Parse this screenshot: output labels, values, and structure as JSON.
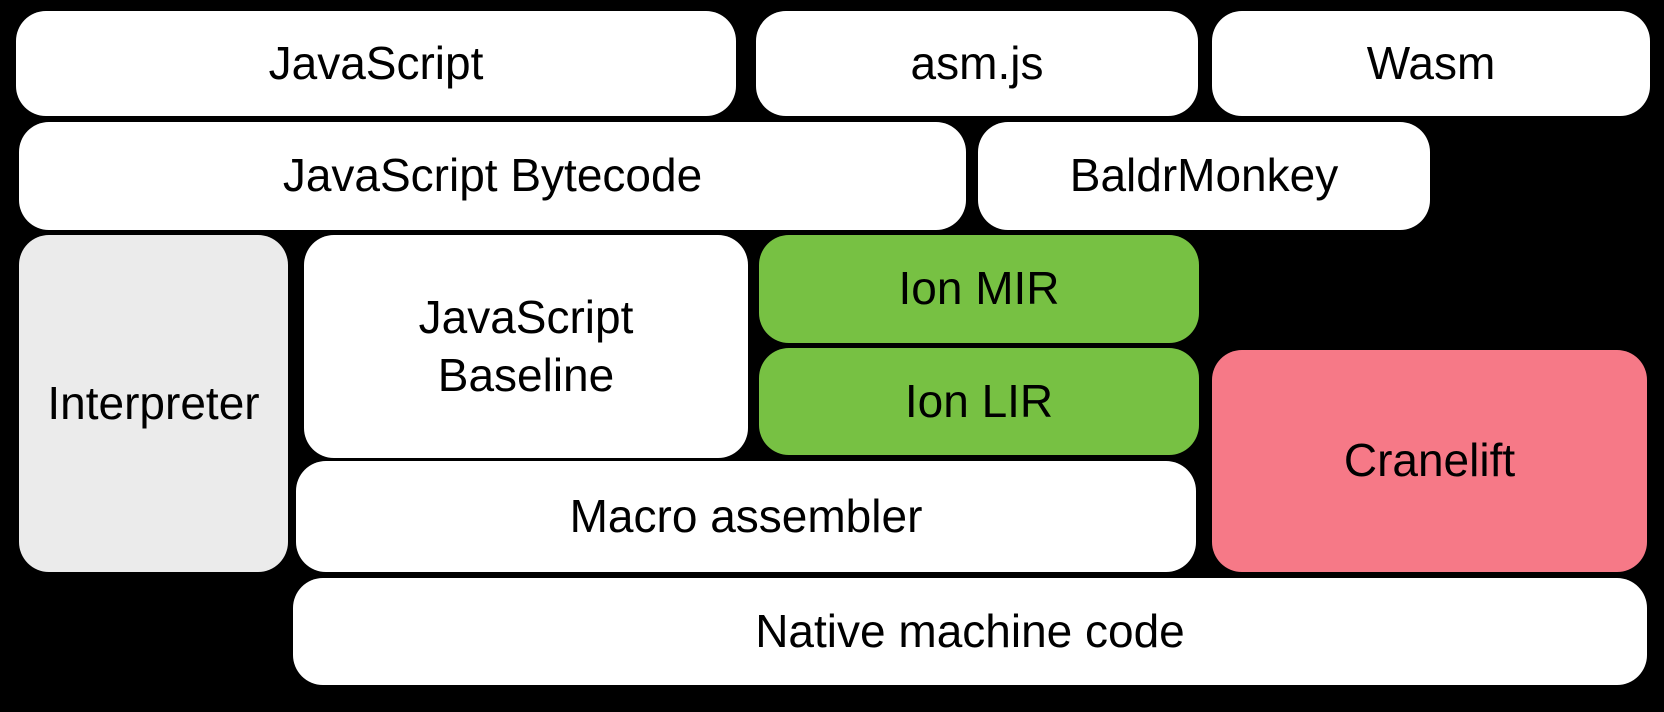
{
  "diagram": {
    "palette": {
      "background": "#000000",
      "box_white": "#ffffff",
      "box_gray": "#ebebeb",
      "box_green": "#77c143",
      "box_pink": "#f67987",
      "text": "#000000"
    },
    "boxes": [
      {
        "id": "javascript",
        "label": "JavaScript",
        "fill": "#ffffff"
      },
      {
        "id": "asmjs",
        "label": "asm.js",
        "fill": "#ffffff"
      },
      {
        "id": "wasm",
        "label": "Wasm",
        "fill": "#ffffff"
      },
      {
        "id": "javascript-bytecode",
        "label": "JavaScript Bytecode",
        "fill": "#ffffff"
      },
      {
        "id": "baldrmonkey",
        "label": "BaldrMonkey",
        "fill": "#ffffff"
      },
      {
        "id": "interpreter",
        "label": "Interpreter",
        "fill": "#ebebeb"
      },
      {
        "id": "javascript-baseline",
        "label": "JavaScript Baseline",
        "fill": "#ffffff"
      },
      {
        "id": "ion-mir",
        "label": "Ion MIR",
        "fill": "#77c143"
      },
      {
        "id": "ion-lir",
        "label": "Ion LIR",
        "fill": "#77c143"
      },
      {
        "id": "cranelift",
        "label": "Cranelift",
        "fill": "#f67987"
      },
      {
        "id": "macro-assembler",
        "label": "Macro assembler",
        "fill": "#ffffff"
      },
      {
        "id": "native-machine-code",
        "label": "Native machine code",
        "fill": "#ffffff"
      }
    ]
  }
}
